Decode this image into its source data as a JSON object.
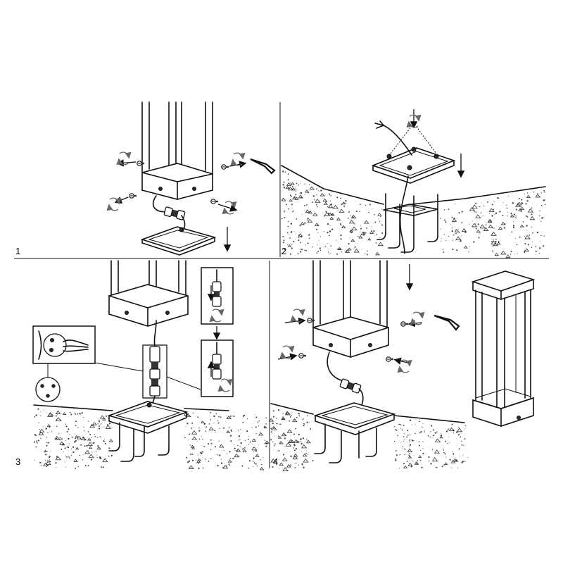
{
  "steps": [
    {
      "number": "1"
    },
    {
      "number": "2"
    },
    {
      "number": "3"
    },
    {
      "number": "4"
    }
  ],
  "icons": [
    "screw-icon",
    "rotation-arrow-icon",
    "hex-key-icon",
    "down-arrow-icon",
    "connector-icon",
    "terminal-block-icon"
  ],
  "colors": {
    "line": "#111111",
    "rotation": "#666666",
    "background": "#ffffff"
  }
}
